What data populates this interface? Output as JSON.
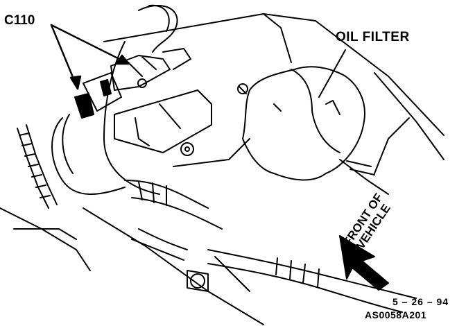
{
  "labels": {
    "connector": "C110",
    "oil_filter": "OIL FILTER",
    "front_of_vehicle_line1": "FRONT OF",
    "front_of_vehicle_line2": "VEHICLE",
    "date": "5 – 26 – 94",
    "figure_code": "AS0058A201"
  },
  "colors": {
    "ink": "#000000",
    "paper": "#ffffff"
  },
  "icons": {
    "direction": "front-arrow-icon"
  }
}
